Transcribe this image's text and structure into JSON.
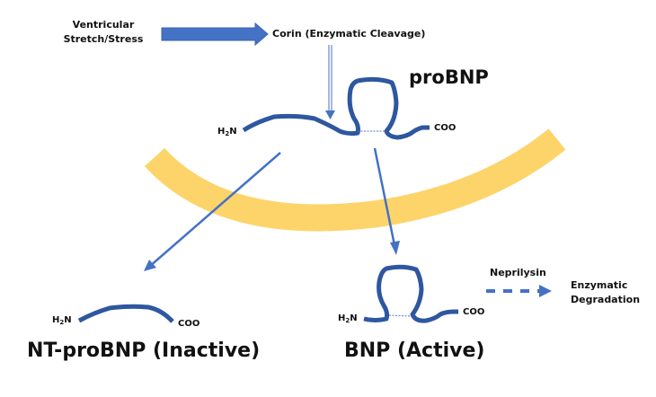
{
  "diagram": {
    "title": "proBNP cleavage pathway",
    "colors": {
      "peptide": "#2e57a0",
      "arrow": "#4472c4",
      "membrane": "#fcd46a",
      "text": "#111111"
    },
    "nodes": {
      "stimulus": {
        "line1": "Ventricular",
        "line2": "Stretch/Stress"
      },
      "corin": {
        "label": "Corin (Enzymatic Cleavage)"
      },
      "probnp": {
        "label": "proBNP",
        "n_terminus": {
          "main": "H",
          "sub": "2",
          "tail": "N"
        },
        "c_terminus": "COO"
      },
      "ntprobnp": {
        "label": "NT-proBNP (Inactive)",
        "n_terminus": {
          "main": "H",
          "sub": "2",
          "tail": "N"
        },
        "c_terminus": "COO"
      },
      "bnp": {
        "label": "BNP (Active)",
        "n_terminus": {
          "main": "H",
          "sub": "2",
          "tail": "N"
        },
        "c_terminus": "COO"
      },
      "neprilysin": {
        "label": "Neprilysin"
      },
      "degradation": {
        "line1": "Enzymatic",
        "line2": "Degradation"
      }
    },
    "edges": [
      {
        "from": "stimulus",
        "to": "corin",
        "style": "block-arrow"
      },
      {
        "from": "corin",
        "to": "probnp",
        "style": "thin-double-arrow"
      },
      {
        "from": "probnp",
        "to": "ntprobnp",
        "style": "solid-arrow"
      },
      {
        "from": "probnp",
        "to": "bnp",
        "style": "solid-arrow"
      },
      {
        "from": "bnp",
        "to": "degradation",
        "style": "dashed-arrow",
        "label": "Neprilysin"
      }
    ]
  }
}
